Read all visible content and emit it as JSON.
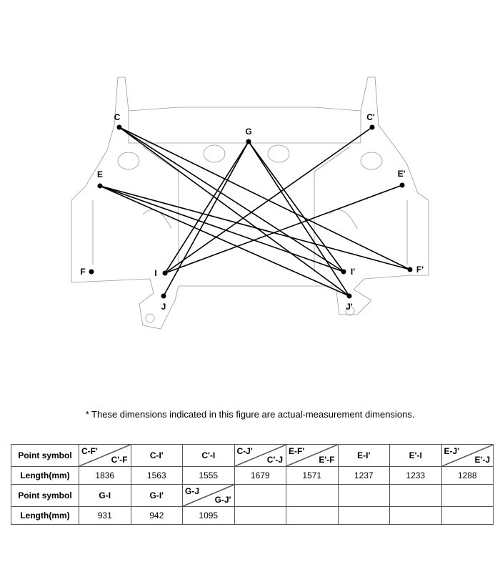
{
  "points": [
    "C",
    "C'",
    "G",
    "E",
    "E'",
    "F",
    "F'",
    "I",
    "I'",
    "J",
    "J'"
  ],
  "measure_lines": [
    [
      "C",
      "F'"
    ],
    [
      "C",
      "I'"
    ],
    [
      "C",
      "J'"
    ],
    [
      "C'",
      "I"
    ],
    [
      "E",
      "F'"
    ],
    [
      "E",
      "I'"
    ],
    [
      "E",
      "J'"
    ],
    [
      "E'",
      "I"
    ],
    [
      "G",
      "I"
    ],
    [
      "G",
      "I'"
    ],
    [
      "G",
      "J"
    ],
    [
      "G",
      "J'"
    ]
  ],
  "note": "*  These dimensions indicated in this figure are actual-measurement dimensions.",
  "table": {
    "row_header_symbol": "Point symbol",
    "row_header_length": "Length(mm)",
    "row1": [
      {
        "top": "C-F'",
        "bottom": "C'-F",
        "length": "1836"
      },
      {
        "label": "C-I'",
        "length": "1563"
      },
      {
        "label": "C'-I",
        "length": "1555"
      },
      {
        "top": "C-J'",
        "bottom": "C'-J",
        "length": "1679"
      },
      {
        "top": "E-F'",
        "bottom": "E'-F",
        "length": "1571"
      },
      {
        "label": "E-I'",
        "length": "1237"
      },
      {
        "label": "E'-I",
        "length": "1233"
      },
      {
        "top": "E-J'",
        "bottom": "E'-J",
        "length": "1288"
      }
    ],
    "row2": [
      {
        "label": "G-I",
        "length": "931"
      },
      {
        "label": "G-I'",
        "length": "942"
      },
      {
        "top": "G-J",
        "bottom": "G-J'",
        "length": "1095"
      }
    ]
  }
}
